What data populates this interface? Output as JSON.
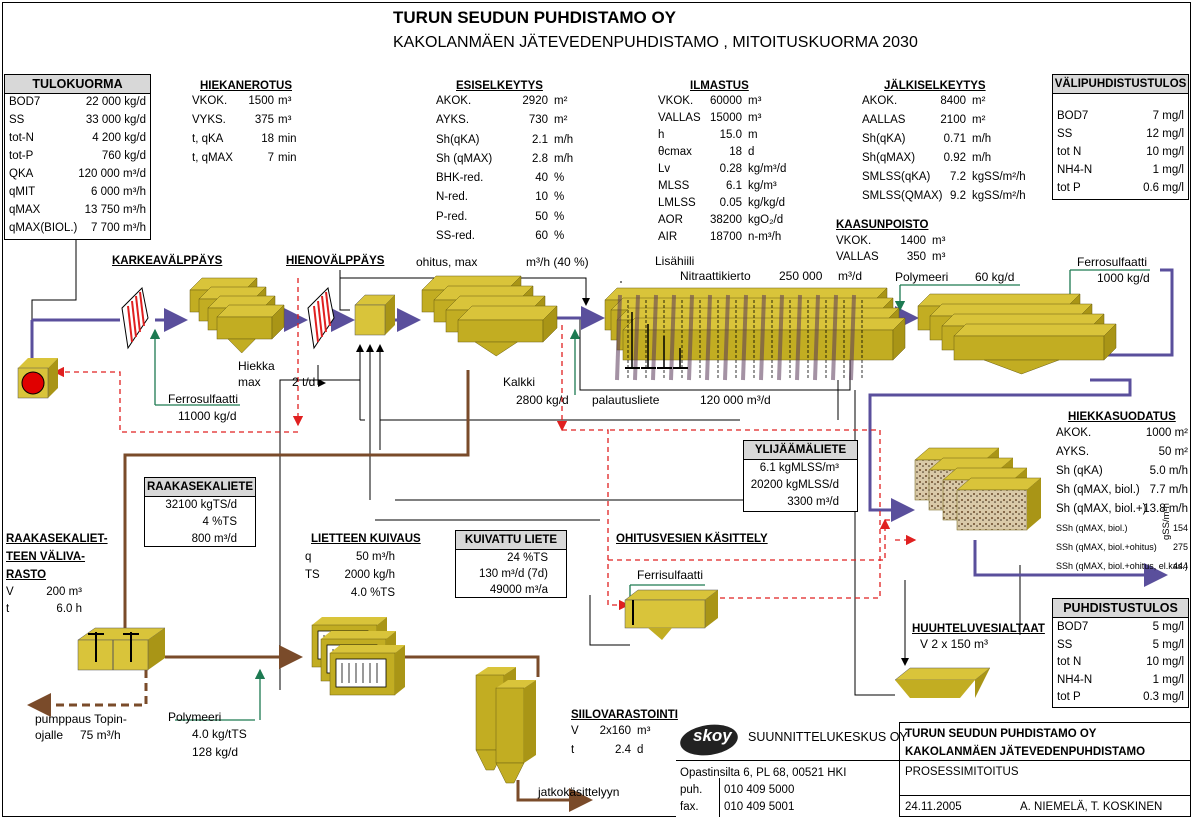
{
  "title": {
    "main": "TURUN SEUDUN PUHDISTAMO OY",
    "sub": "KAKOLANMÄEN JÄTEVEDENPUHDISTAMO ,  MITOITUSKUORMA 2030"
  },
  "tulokuorma": {
    "heading": "TULOKUORMA",
    "rows": [
      {
        "k": "BOD7",
        "v": "22 000 kg/d"
      },
      {
        "k": "SS",
        "v": "33 000 kg/d"
      },
      {
        "k": "tot-N",
        "v": "4 200 kg/d"
      },
      {
        "k": "tot-P",
        "v": "760 kg/d"
      },
      {
        "k": "QKA",
        "v": "120 000 m³/d"
      },
      {
        "k": "qMIT",
        "v": "6 000 m³/h"
      },
      {
        "k": "qMAX",
        "v": "13 750 m³/h"
      },
      {
        "k": "qMAX(BIOL.)",
        "v": "7 700 m³/h"
      }
    ]
  },
  "hiekanerotus": {
    "heading": "HIEKANEROTUS",
    "rows": [
      {
        "k": "VKOK.",
        "v": "1500",
        "u": "m³"
      },
      {
        "k": "VYKS.",
        "v": "375",
        "u": "m³"
      },
      {
        "k": "t, qKA",
        "v": "18",
        "u": "min"
      },
      {
        "k": "t, qMAX",
        "v": "7",
        "u": "min"
      }
    ]
  },
  "esiselkeytys": {
    "heading": "ESISELKEYTYS",
    "rows": [
      {
        "k": "AKOK.",
        "v": "2920",
        "u": "m²"
      },
      {
        "k": "AYKS.",
        "v": "730",
        "u": "m²"
      },
      {
        "k": "Sh(qKA)",
        "v": "2.1",
        "u": "m/h"
      },
      {
        "k": "Sh (qMAX)",
        "v": "2.8",
        "u": "m/h"
      },
      {
        "k": "BHK-red.",
        "v": "40",
        "u": "%"
      },
      {
        "k": "N-red.",
        "v": "10",
        "u": "%"
      },
      {
        "k": "P-red.",
        "v": "50",
        "u": "%"
      },
      {
        "k": "SS-red.",
        "v": "60",
        "u": "%"
      }
    ]
  },
  "ilmastus": {
    "heading": "ILMASTUS",
    "rows": [
      {
        "k": "VKOK.",
        "v": "60000",
        "u": "m³"
      },
      {
        "k": "VALLAS",
        "v": "15000",
        "u": "m³"
      },
      {
        "k": "h",
        "v": "15.0",
        "u": "m"
      },
      {
        "k": "θcmax",
        "v": "18",
        "u": "d"
      },
      {
        "k": "Lv",
        "v": "0.28",
        "u": "kg/m³/d"
      },
      {
        "k": "MLSS",
        "v": "6.1",
        "u": "kg/m³"
      },
      {
        "k": "LMLSS",
        "v": "0.05",
        "u": "kg/kg/d"
      },
      {
        "k": "AOR",
        "v": "38200",
        "u": "kgO₂/d"
      },
      {
        "k": "AIR",
        "v": "18700",
        "u": "n-m³/h"
      }
    ]
  },
  "jalkiselkeytys": {
    "heading": "JÄLKISELKEYTYS",
    "rows": [
      {
        "k": "AKOK.",
        "v": "8400",
        "u": "m²"
      },
      {
        "k": "AALLAS",
        "v": "2100",
        "u": "m²"
      },
      {
        "k": "Sh(qKA)",
        "v": "0.71",
        "u": "m/h"
      },
      {
        "k": "Sh(qMAX)",
        "v": "0.92",
        "u": "m/h"
      },
      {
        "k": "SMLSS(qKA)",
        "v": "7.2",
        "u": "kgSS/m²/h"
      },
      {
        "k": "SMLSS(QMAX)",
        "v": "9.2",
        "u": "kgSS/m²/h"
      }
    ]
  },
  "valipuhdistus": {
    "heading": "VÄLIPUHDISTUSTULOS",
    "rows": [
      {
        "k": "BOD7",
        "v": "7 mg/l"
      },
      {
        "k": "SS",
        "v": "12 mg/l"
      },
      {
        "k": "tot N",
        "v": "10 mg/l"
      },
      {
        "k": "NH4-N",
        "v": "1 mg/l"
      },
      {
        "k": "tot P",
        "v": "0.6 mg/l"
      }
    ]
  },
  "kaasunpoisto": {
    "heading": "KAASUNPOISTO",
    "rows": [
      {
        "k": "VKOK.",
        "v": "1400",
        "u": "m³"
      },
      {
        "k": "VALLAS",
        "v": "350",
        "u": "m³"
      }
    ]
  },
  "flow_labels": {
    "karkeavalppays": "KARKEAVÄLPPÄYS",
    "hienovalppays": "HIENOVÄLPPÄYS",
    "ohitus": "ohitus, max",
    "ohitus_rate": "m³/h (40  %)",
    "lisahiili": "Lisähiili",
    "nitraattikierto": "Nitraattikierto",
    "nitraatti_val": "250 000",
    "nitraatti_unit": "m³/d",
    "polymeeri_top": "Polymeeri",
    "polymeeri_top_val": "60 kg/d",
    "ferrosulfaatti_right": "Ferrosulfaatti",
    "ferrosulfaatti_right_val": "1000 kg/d",
    "hiekka": "Hiekka",
    "hiekka_max": "max",
    "hiekka_val": "2 t/d",
    "ferrosulfaatti_left": "Ferrosulfaatti",
    "ferrosulfaatti_left_val": "11000 kg/d",
    "kalkki": "Kalkki",
    "kalkki_val": "2800 kg/d",
    "palautusliete": "palautusliete",
    "palautusliete_val": "120 000 m³/d",
    "pumppaus": "pumppaus Topin-",
    "ojalle": "ojalle",
    "ojalle_val": "75 m³/h",
    "polymeeri_bottom": "Polymeeri",
    "polymeeri_bottom_v1": "4.0 kg/tTS",
    "polymeeri_bottom_v2": "128 kg/d",
    "jatko": "jatkokäsittelyyn",
    "ferrisulfaatti": "Ferrisulfaatti"
  },
  "raakaseliete": {
    "heading": "RAAKASEKALIETE",
    "rows": [
      "32100 kgTS/d",
      "4 %TS",
      "800 m³/d"
    ]
  },
  "ylijaamaliete": {
    "heading": "YLIJÄÄMÄLIETE",
    "rows": [
      "6.1 kgMLSS/m³",
      "20200 kgMLSS/d",
      "3300 m³/d"
    ]
  },
  "kuivattu_liete": {
    "heading": "KUIVATTU LIETE",
    "rows": [
      "24 %TS",
      "130 m³/d (7d)",
      "49000 m³/a"
    ]
  },
  "valivarasto": {
    "heading_lines": [
      "RAAKASEKALIET-",
      "TEEN VÄLIVA-",
      "RASTO"
    ],
    "rows": [
      {
        "k": "V",
        "v": "200 m³"
      },
      {
        "k": "t",
        "v": "6.0 h"
      }
    ]
  },
  "lietteen_kuivaus": {
    "heading": "LIETTEEN KUIVAUS",
    "rows": [
      {
        "k": "q",
        "v": "50 m³/h"
      },
      {
        "k": "TS",
        "v": "2000 kg/h"
      },
      {
        "k": "",
        "v": "4.0 %TS"
      }
    ]
  },
  "ohitusvesien": {
    "heading": "OHITUSVESIEN KÄSITTELY"
  },
  "hiekkasuodatus": {
    "heading": "HIEKKASUODATUS",
    "rows": [
      {
        "k": "AKOK.",
        "v": "1000 m²"
      },
      {
        "k": "AYKS.",
        "v": "50 m²"
      },
      {
        "k": "Sh (qKA)",
        "v": "5.0 m/h"
      },
      {
        "k": "Sh (qMAX, biol.)",
        "v": "7.7 m/h"
      },
      {
        "k": "Sh (qMAX, biol.+)",
        "v": "13.8 m/h"
      },
      {
        "k": "SSh (qMAX, biol.)",
        "v": "154"
      },
      {
        "k": "SSh (qMAX, biol.+ohitus)",
        "v": "275"
      },
      {
        "k": "SSh (qMAX, biol.+ohitus, el.kas.)",
        "v": "444"
      }
    ],
    "unit_vertical": "gSS/m²h"
  },
  "huuhtelu": {
    "heading": "HUUHTELUVESIALTAAT",
    "row": "V  2 x 150 m³"
  },
  "siilovarastointi": {
    "heading": "SIILOVARASTOINTI",
    "rows": [
      {
        "k": "V",
        "v": "2x160",
        "u": "m³"
      },
      {
        "k": "t",
        "v": "2.4",
        "u": "d"
      }
    ]
  },
  "puhdistustulos": {
    "heading": "PUHDISTUSTULOS",
    "rows": [
      {
        "k": "BOD7",
        "v": "5 mg/l"
      },
      {
        "k": "SS",
        "v": "5 mg/l"
      },
      {
        "k": "tot N",
        "v": "10 mg/l"
      },
      {
        "k": "NH4-N",
        "v": "1 mg/l"
      },
      {
        "k": "tot P",
        "v": "0.3 mg/l"
      }
    ]
  },
  "titleblock": {
    "logo": "skoy",
    "company": "SUUNNITTELUKESKUS OY",
    "address": "Opastinsilta 6, PL 68, 00521 HKI",
    "puh_label": "puh.",
    "puh": "010 409 5000",
    "fax_label": "fax.",
    "fax": "010 409 5001",
    "client1": "TURUN SEUDUN PUHDISTAMO OY",
    "client2": "KAKOLANMÄEN JÄTEVEDENPUHDISTAMO",
    "doc": "PROSESSIMITOITUS",
    "date": "24.11.2005",
    "authors": "A. NIEMELÄ, T. KOSKINEN"
  },
  "colors": {
    "water": "#5a4f9c",
    "sludge": "#7a4b2a",
    "chemical": "#1d7a52",
    "bypass": "#e02020",
    "tank": "#d9c43a",
    "tank_dark": "#a99516",
    "tank_side": "#c2ad22"
  }
}
